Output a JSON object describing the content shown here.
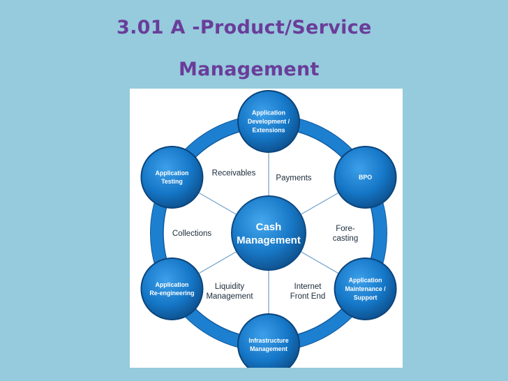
{
  "slide": {
    "title_line1": "3.01 A -Product/Service",
    "title_line2": "Management"
  },
  "diagram": {
    "center": [
      "Cash",
      "Management"
    ],
    "nodes": [
      {
        "id": "app-dev",
        "lines": [
          "Application",
          "Development /",
          "Extensions"
        ]
      },
      {
        "id": "bpo",
        "lines": [
          "BPO"
        ]
      },
      {
        "id": "app-maint",
        "lines": [
          "Application",
          "Maintenance /",
          "Support"
        ]
      },
      {
        "id": "infra",
        "lines": [
          "Infrastructure",
          "Management"
        ]
      },
      {
        "id": "app-reeng",
        "lines": [
          "Application",
          "Re-engineering"
        ]
      },
      {
        "id": "app-testing",
        "lines": [
          "Application",
          "Testing"
        ]
      }
    ],
    "segments": [
      {
        "id": "payments",
        "lines": [
          "Payments"
        ]
      },
      {
        "id": "forecasting",
        "lines": [
          "Fore-",
          "casting"
        ]
      },
      {
        "id": "internet",
        "lines": [
          "Internet",
          "Front End"
        ]
      },
      {
        "id": "liquidity",
        "lines": [
          "Liquidity",
          "Management"
        ]
      },
      {
        "id": "collections",
        "lines": [
          "Collections"
        ]
      },
      {
        "id": "receivables",
        "lines": [
          "Receivables"
        ]
      }
    ],
    "colors": {
      "node": "#1577c7",
      "node_dark": "#0d4f8c",
      "ring": "#1d7fcf",
      "spoke": "#6f9fcc",
      "label": "#1b2a3a"
    }
  }
}
